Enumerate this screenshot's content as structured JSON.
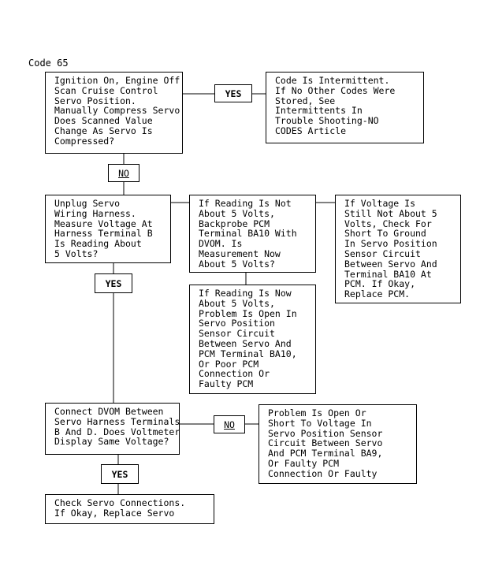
{
  "code_label": "Code 65",
  "boxes": {
    "q1": "Ignition On, Engine Off\nScan Cruise Control\nServo Position.\nManually Compress Servo\nDoes Scanned Value\nChange As Servo Is\nCompressed?",
    "intermittent": "Code Is Intermittent.\nIf No Other Codes Were\nStored, See\nIntermittents In\nTrouble Shooting-NO\nCODES Article",
    "q2": "Unplug Servo\nWiring Harness.\nMeasure Voltage At\nHarness Terminal B\nIs Reading About\n5 Volts?",
    "q3": "If Reading Is Not\nAbout 5 Volts,\nBackprobe PCM\nTerminal BA10 With\nDVOM. Is\nMeasurement Now\nAbout 5 Volts?",
    "ground": "If Voltage Is\nStill Not About 5\nVolts, Check For\nShort To Ground\nIn Servo Position\nSensor Circuit\nBetween Servo And\nTerminal BA10 At\nPCM. If Okay,\nReplace PCM.",
    "open_ba10": "If Reading Is Now\nAbout 5 Volts,\nProblem Is Open In\nServo Position\nSensor Circuit\nBetween Servo And\nPCM Terminal BA10,\nOr Poor PCM\nConnection Or\nFaulty PCM",
    "q4": "Connect DVOM Between\nServo Harness Terminals\nB And D. Does Voltmeter\nDisplay Same Voltage?",
    "open_ba9": "Problem Is Open Or\nShort To Voltage In\nServo Position Sensor\nCircuit Between Servo\nAnd PCM Terminal BA9,\nOr Faulty PCM\nConnection Or Faulty",
    "check": "Check Servo Connections.\nIf Okay, Replace Servo"
  },
  "labels": {
    "yes1": "YES",
    "no1": "NO",
    "yes2": "YES",
    "no2": "NO",
    "yes3": "YES"
  }
}
